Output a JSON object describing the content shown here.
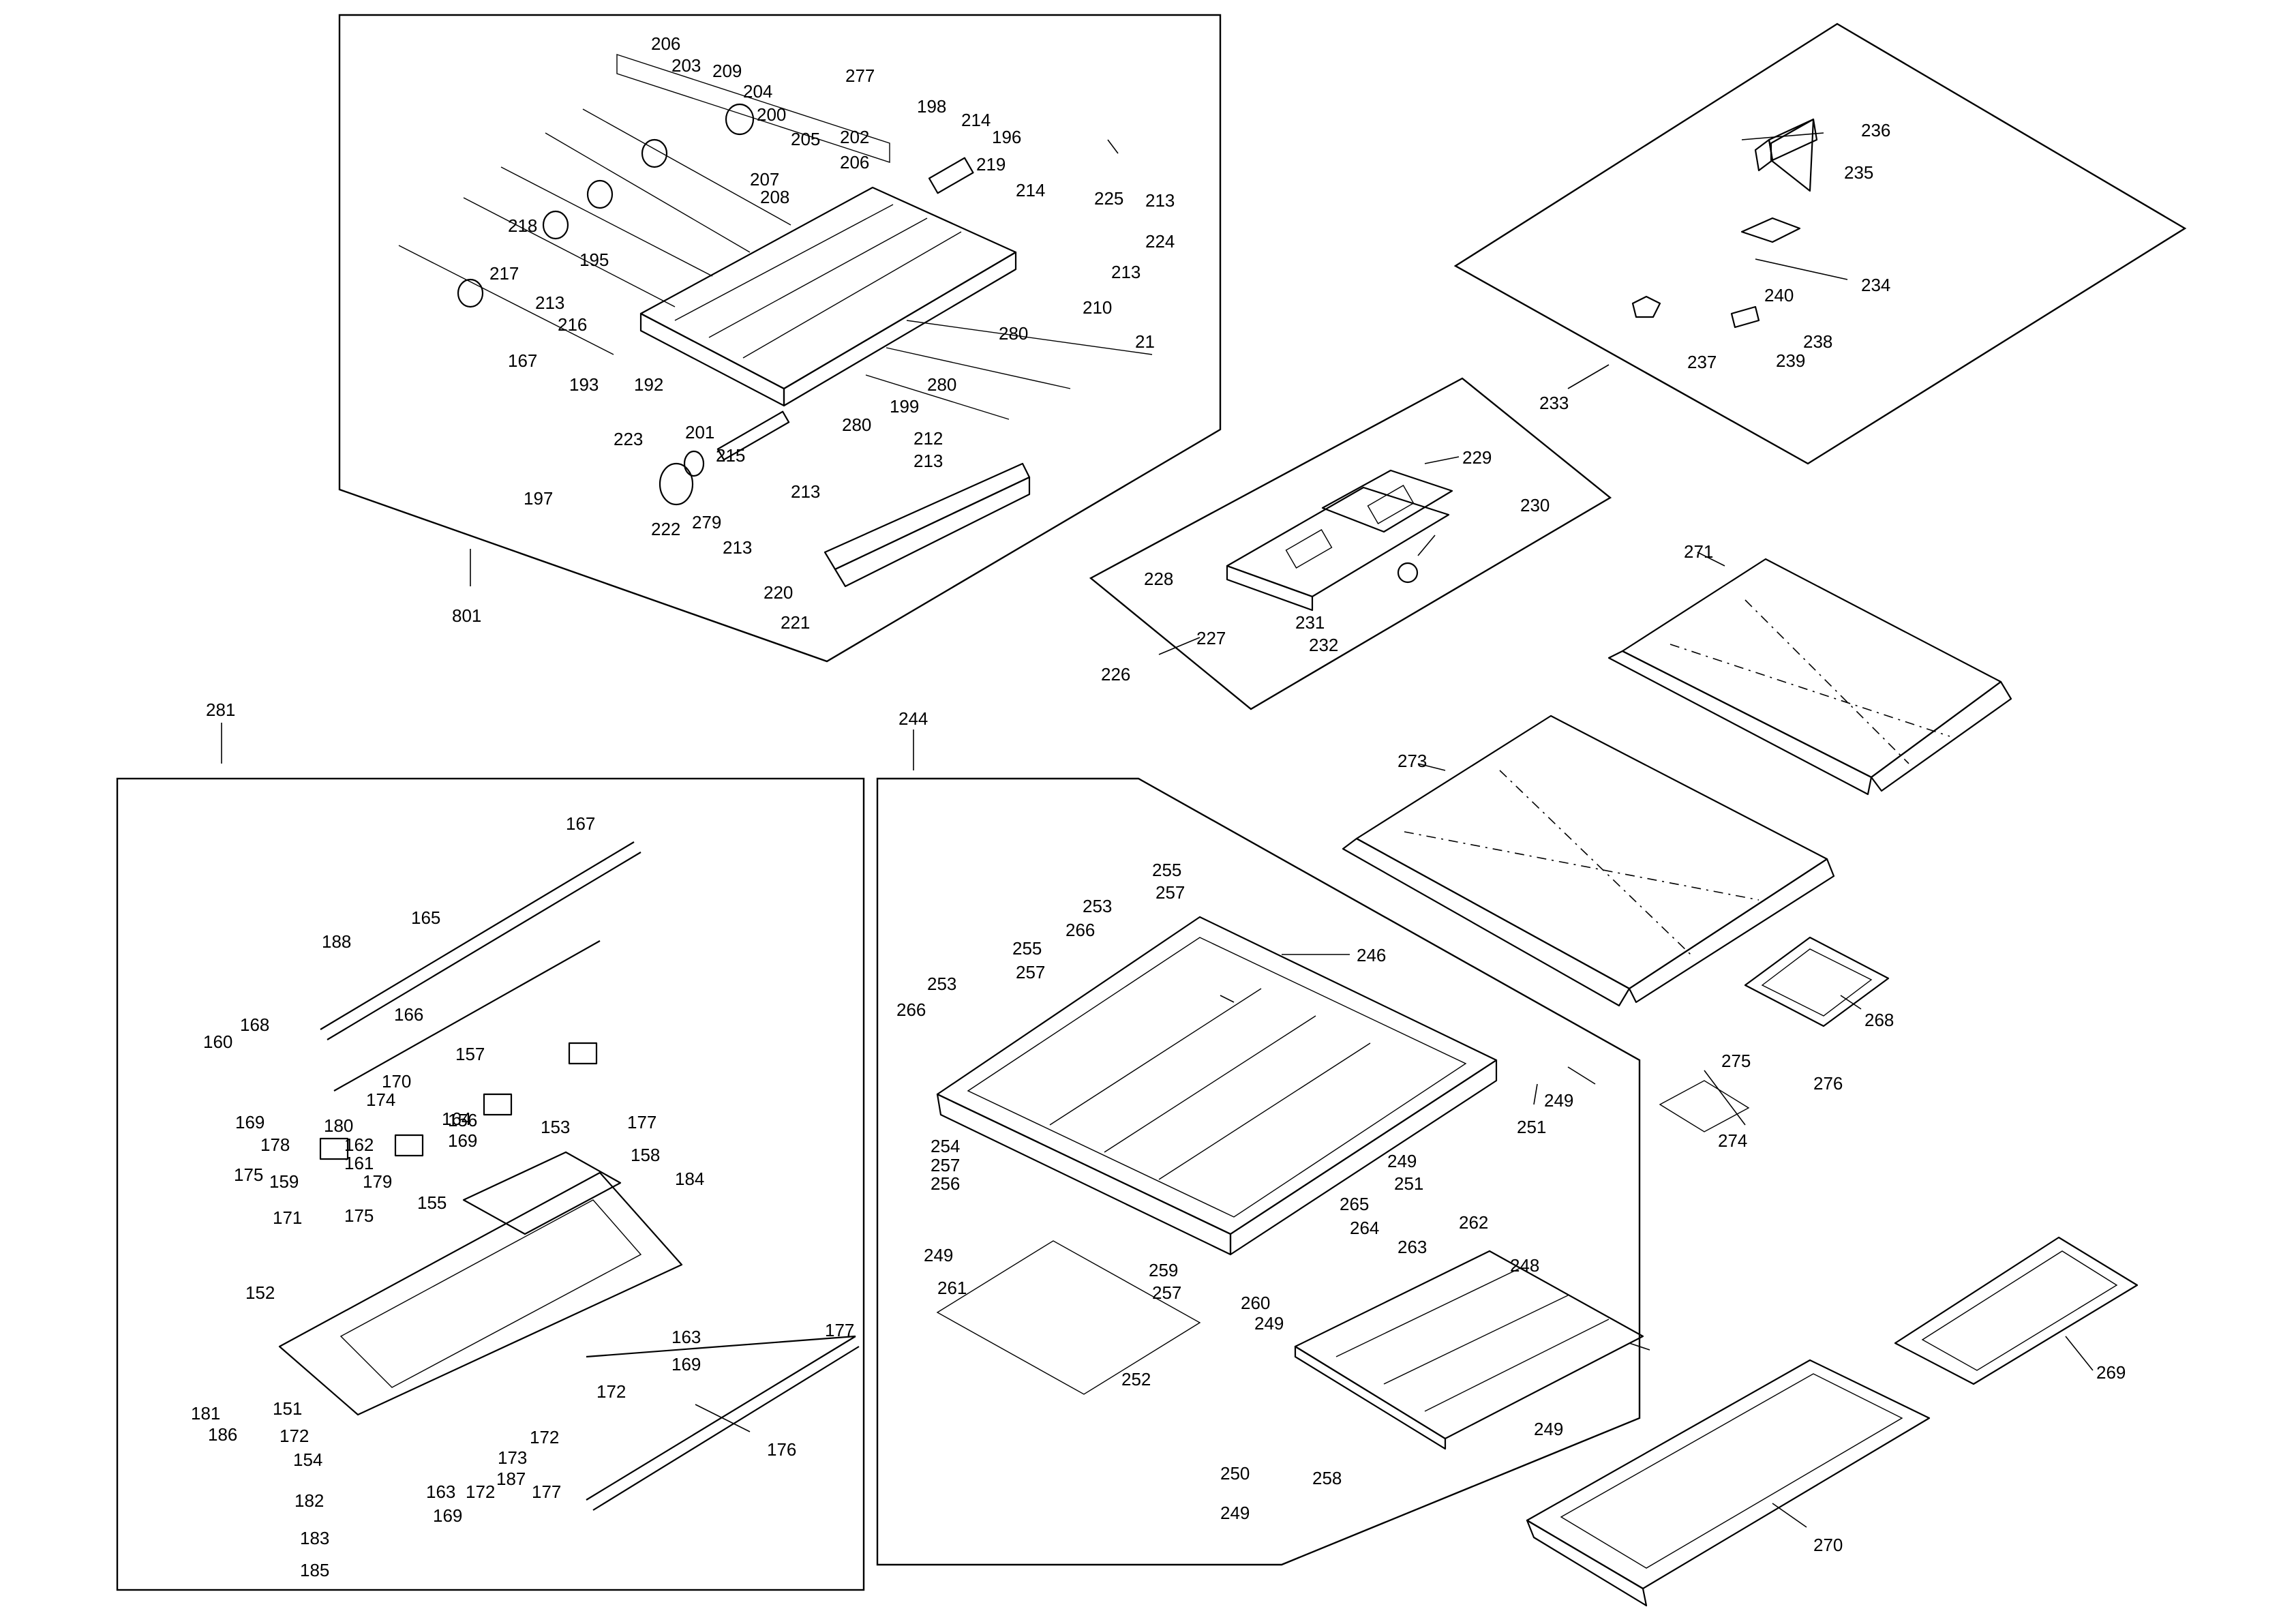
{
  "diagram": {
    "labels": [
      "206",
      "203",
      "209",
      "204",
      "200",
      "205",
      "202",
      "206",
      "207",
      "208",
      "277",
      "198",
      "214",
      "196",
      "219",
      "214",
      "225",
      "213",
      "224",
      "213",
      "218",
      "217",
      "195",
      "213",
      "216",
      "167",
      "193",
      "192",
      "210",
      "21",
      "280",
      "280",
      "199",
      "212",
      "213",
      "280",
      "223",
      "201",
      "215",
      "197",
      "222",
      "279",
      "213",
      "213",
      "220",
      "221",
      "801",
      "236",
      "235",
      "234",
      "240",
      "238",
      "239",
      "237",
      "233",
      "229",
      "230",
      "228",
      "231",
      "232",
      "227",
      "226",
      "271",
      "273",
      "268",
      "275",
      "276",
      "274",
      "281",
      "244",
      "167",
      "165",
      "188",
      "166",
      "168",
      "160",
      "170",
      "157",
      "174",
      "164",
      "169",
      "180",
      "178",
      "162",
      "161",
      "175",
      "159",
      "179",
      "171",
      "175",
      "169",
      "156",
      "155",
      "153",
      "177",
      "158",
      "184",
      "152",
      "163",
      "169",
      "172",
      "181",
      "186",
      "151",
      "172",
      "154",
      "173",
      "187",
      "172",
      "182",
      "163",
      "169",
      "172",
      "183",
      "185",
      "176",
      "177",
      "177",
      "255",
      "257",
      "253",
      "266",
      "255",
      "257",
      "253",
      "266",
      "246",
      "249",
      "251",
      "254",
      "257",
      "256",
      "249",
      "251",
      "265",
      "264",
      "263",
      "262",
      "249",
      "261",
      "259",
      "257",
      "260",
      "249",
      "248",
      "252",
      "250",
      "258",
      "249",
      "249",
      "269",
      "270"
    ]
  }
}
